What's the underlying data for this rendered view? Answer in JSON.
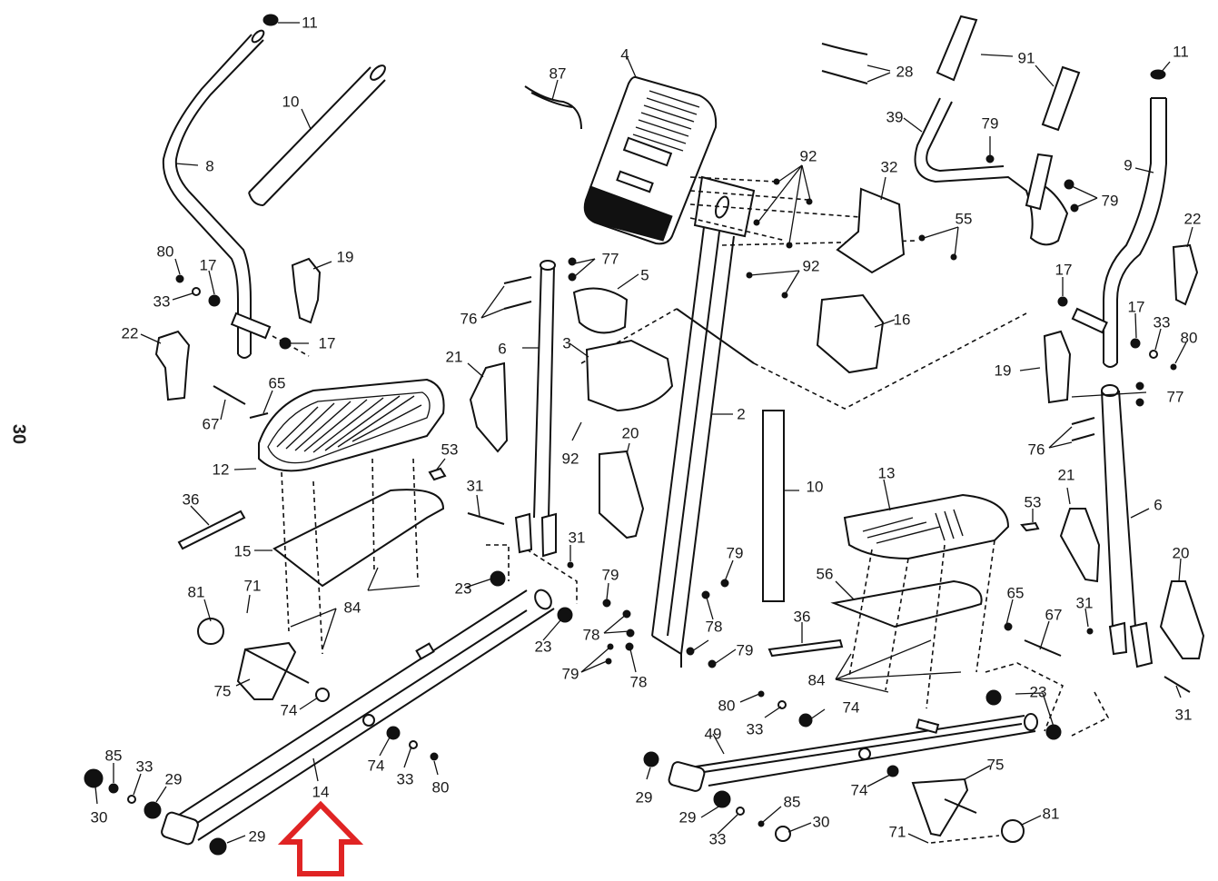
{
  "page": {
    "title": "Elliptical exploded parts diagram",
    "page_number": "30"
  },
  "highlight": {
    "arrow_color": "#e02424",
    "highlighted_part": "14"
  },
  "labels": {
    "l11a": "11",
    "l10a": "10",
    "l8": "8",
    "l80a": "80",
    "l17a": "17",
    "l19a": "19",
    "l33a": "33",
    "l22a": "22",
    "l17b": "17",
    "l65a": "65",
    "l67a": "67",
    "l12": "12",
    "l36a": "36",
    "l15": "15",
    "l81a": "81",
    "l71a": "71",
    "l84a": "84",
    "l75a": "75",
    "l74a": "74",
    "l85a": "85",
    "l33b": "33",
    "l29a": "29",
    "l30a": "30",
    "l29b": "29",
    "l14": "14",
    "l74b": "74",
    "l33c": "33",
    "l80b": "80",
    "l87": "87",
    "l4": "4",
    "l77a": "77",
    "l5": "5",
    "l76a": "76",
    "l3": "3",
    "l6a": "6",
    "l21a": "21",
    "l92a": "92",
    "l92b": "92",
    "l92c": "92",
    "l2": "2",
    "l20a": "20",
    "l53a": "53",
    "l31a": "31",
    "l31b": "31",
    "l23a": "23",
    "l23b": "23",
    "l79a": "79",
    "l78a": "78",
    "l79b": "79",
    "l78b": "78",
    "l78c": "78",
    "l79c": "79",
    "l79d": "79",
    "l28": "28",
    "l91": "91",
    "l39": "39",
    "l79e": "79",
    "l79f": "79",
    "l32": "32",
    "l55": "55",
    "l16": "16",
    "l10b": "10",
    "l11b": "11",
    "l9": "9",
    "l22b": "22",
    "l17c": "17",
    "l17d": "17",
    "l33d": "33",
    "l80c": "80",
    "l19b": "19",
    "l77b": "77",
    "l76b": "76",
    "l21b": "21",
    "l53b": "53",
    "l6b": "6",
    "l20b": "20",
    "l13": "13",
    "l56": "56",
    "l65b": "65",
    "l67b": "67",
    "l31c": "31",
    "l31d": "31",
    "l36b": "36",
    "l84b": "84",
    "l80d": "80",
    "l33e": "33",
    "l74c": "74",
    "l23c": "23",
    "l49": "49",
    "l29c": "29",
    "l75b": "75",
    "l74d": "74",
    "l29d": "29",
    "l85b": "85",
    "l30b": "30",
    "l33f": "33",
    "l81b": "81",
    "l71b": "71"
  }
}
